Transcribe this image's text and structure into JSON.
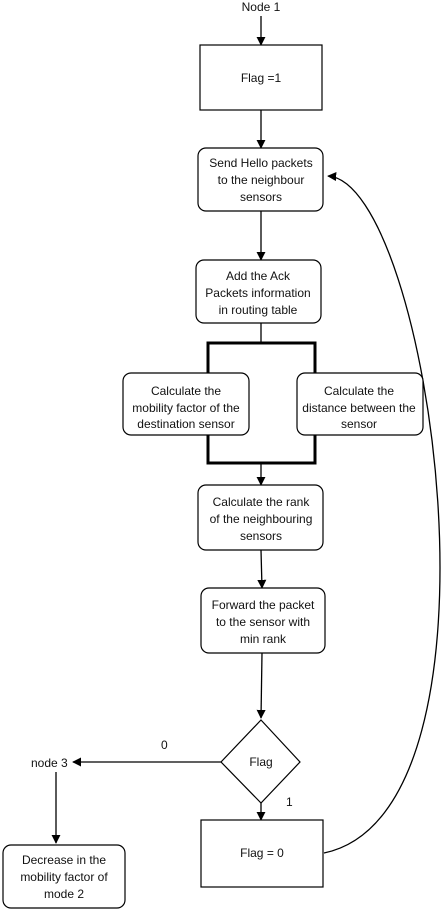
{
  "start_label": "Node 1",
  "nodes": {
    "flag_set": {
      "lines": [
        "Flag =1"
      ]
    },
    "send_hello": {
      "lines": [
        "Send Hello packets",
        "to the neighbour",
        "sensors"
      ]
    },
    "add_ack": {
      "lines": [
        "Add the Ack",
        "Packets information",
        "in routing table"
      ]
    },
    "calc_mobility": {
      "lines": [
        "Calculate the",
        "mobility factor of the",
        "destination sensor"
      ]
    },
    "calc_distance": {
      "lines": [
        "Calculate the",
        "distance between the",
        "sensor"
      ]
    },
    "calc_rank": {
      "lines": [
        "Calculate the rank",
        "of the neighbouring",
        "sensors"
      ]
    },
    "forward_packet": {
      "lines": [
        "Forward the packet",
        "to the sensor with",
        "min rank"
      ]
    },
    "decision_flag": {
      "lines": [
        "Flag"
      ]
    },
    "flag_reset": {
      "lines": [
        "Flag = 0"
      ]
    },
    "decrease_mobility": {
      "lines": [
        "Decrease in the",
        "mobility factor of",
        "mode 2"
      ]
    }
  },
  "labels": {
    "node3": "node 3",
    "branch_zero": "0",
    "branch_one": "1"
  }
}
